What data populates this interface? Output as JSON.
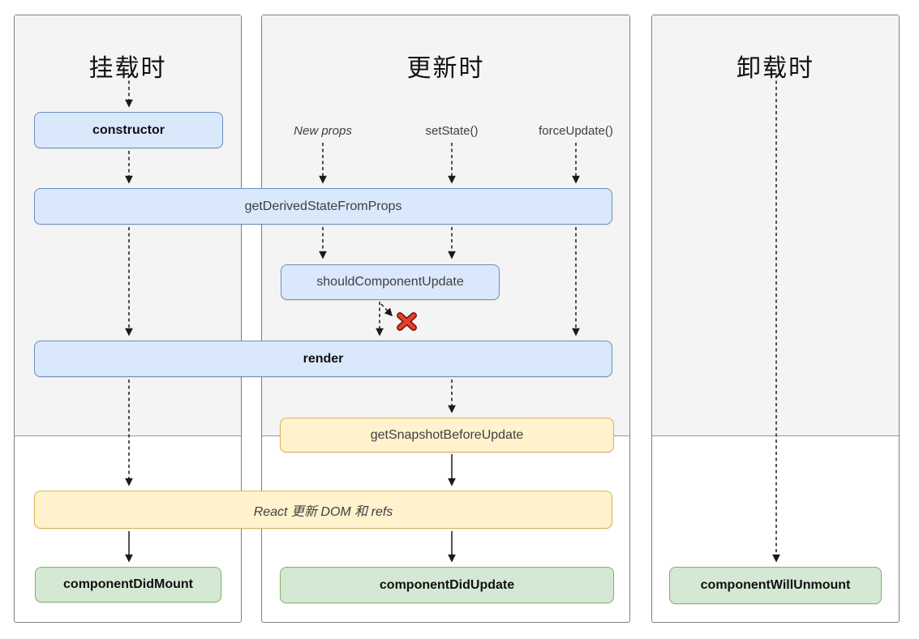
{
  "colors": {
    "blue_fill": "#dae8fc",
    "blue_border": "#6c8ebf",
    "yellow_fill": "#fff2cc",
    "yellow_border": "#d6b656",
    "green_fill": "#d5e8d4",
    "green_border": "#82b366",
    "panel_border": "#7f7f7f",
    "phase_bg": "#f4f4f4",
    "phase_divider": "#999999",
    "arrow_color": "#1a1a1a",
    "text_strong": "#111111",
    "text_regular": "#3f3f3f",
    "x_red": "#e8402e",
    "x_outline": "#7c1d10"
  },
  "columns": [
    {
      "id": "mounting",
      "header": "挂载时"
    },
    {
      "id": "updating",
      "header": "更新时",
      "triggers": [
        "New props",
        "setState()",
        "forceUpdate()"
      ]
    },
    {
      "id": "unmounting",
      "header": "卸载时"
    }
  ],
  "nodes": {
    "constructor": "constructor",
    "get_derived_state_from_props": "getDerivedStateFromProps",
    "should_component_update": "shouldComponentUpdate",
    "render": "render",
    "get_snapshot_before_update": "getSnapshotBeforeUpdate",
    "react_updates_dom": "React 更新 DOM 和 refs",
    "component_did_mount": "componentDidMount",
    "component_did_update": "componentDidUpdate",
    "component_will_unmount": "componentWillUnmount"
  },
  "icons": {
    "skip_update_x": "update cancelled mark"
  }
}
